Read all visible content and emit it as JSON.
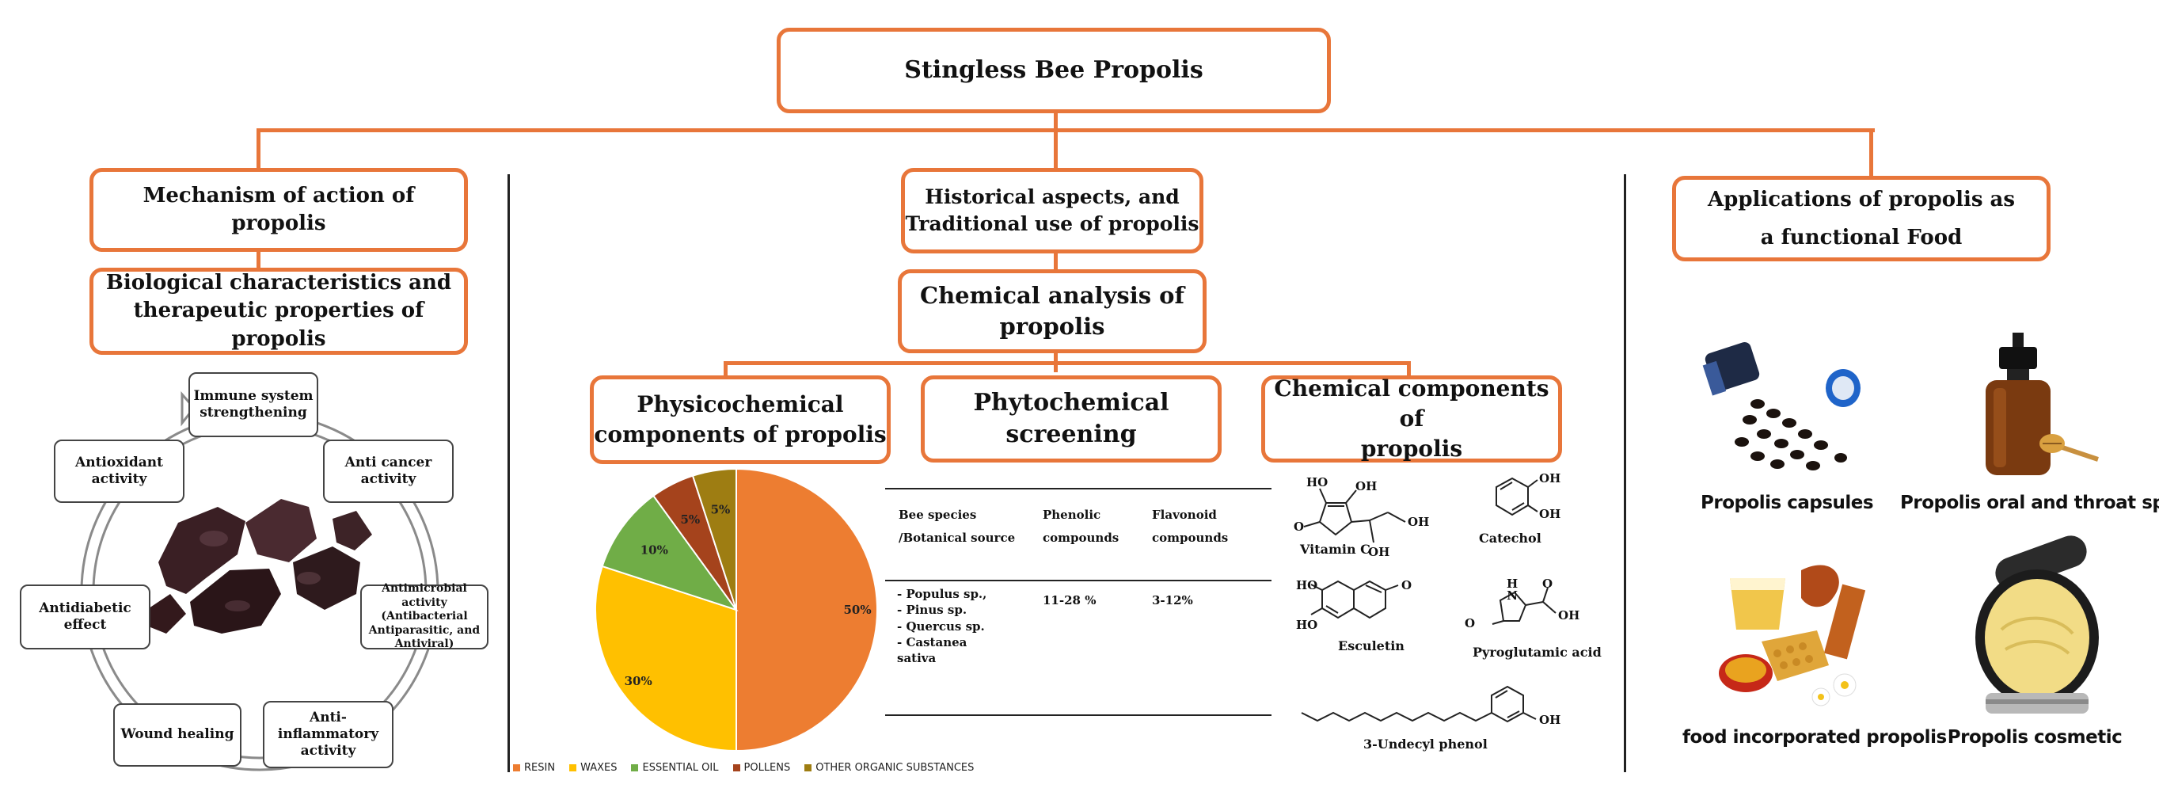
{
  "diagram": {
    "title": "Stingless Bee Propolis",
    "left": {
      "mechanism": "Mechanism of action of propolis",
      "biological": "Biological characteristics and\ntherapeutic properties of propolis",
      "cycle": [
        "Immune system\nstrengthening",
        "Anti cancer\nactivity",
        "Antimicrobial activity\n(Antibacterial\nAntiparasitic, and\nAntiviral)",
        "Anti-\ninflammatory\nactivity",
        "Wound healing",
        "Antidiabetic\neffect",
        "Antioxidant\nactivity"
      ]
    },
    "middle": {
      "historical": "Historical aspects, and\nTraditional use of propolis",
      "chemical_analysis": "Chemical analysis of\npropolis",
      "physicochemical": "Physicochemical\ncomponents of propolis",
      "phytochemical": "Phytochemical screening",
      "chemical_components": "Chemical components of\npropolis"
    },
    "table": {
      "headers": [
        "Bee species\n/Botanical source",
        "Phenolic\ncompounds",
        "Flavonoid\ncompounds"
      ],
      "sources": "-        Populus sp.,\n-        Pinus sp.\n-        Quercus sp.\n-        Castanea\n          sativa",
      "phenolic": "11-28 %",
      "flavonoid": "3-12%"
    },
    "chemicals": {
      "vitamin_c": "Vitamin C",
      "catechol": "Catechol",
      "esculetin": "Esculetin",
      "pyroglutamic": "Pyroglutamic acid",
      "undecyl": "3-Undecyl phenol",
      "ho": "HO",
      "oh": "OH",
      "o": "O",
      "nh": "H\nN"
    },
    "right": {
      "applications": "Applications of propolis as\na functional Food",
      "items": [
        "Propolis capsules",
        "Propolis oral and throat spray",
        "food incorporated propolis",
        "Propolis cosmetic"
      ]
    }
  },
  "chart_data": {
    "type": "pie",
    "categories": [
      "RESIN",
      "WAXES",
      "ESSENTIAL OIL",
      "POLLENS",
      "OTHER ORGANIC SUBSTANCES"
    ],
    "values": [
      50,
      30,
      10,
      5,
      5
    ],
    "labels": [
      "50%",
      "30%",
      "10%",
      "5%",
      "5%"
    ],
    "colors": [
      "#ed7d31",
      "#ffc000",
      "#70ad47",
      "#a5431c",
      "#9e7d12"
    ],
    "legend_position": "bottom"
  }
}
